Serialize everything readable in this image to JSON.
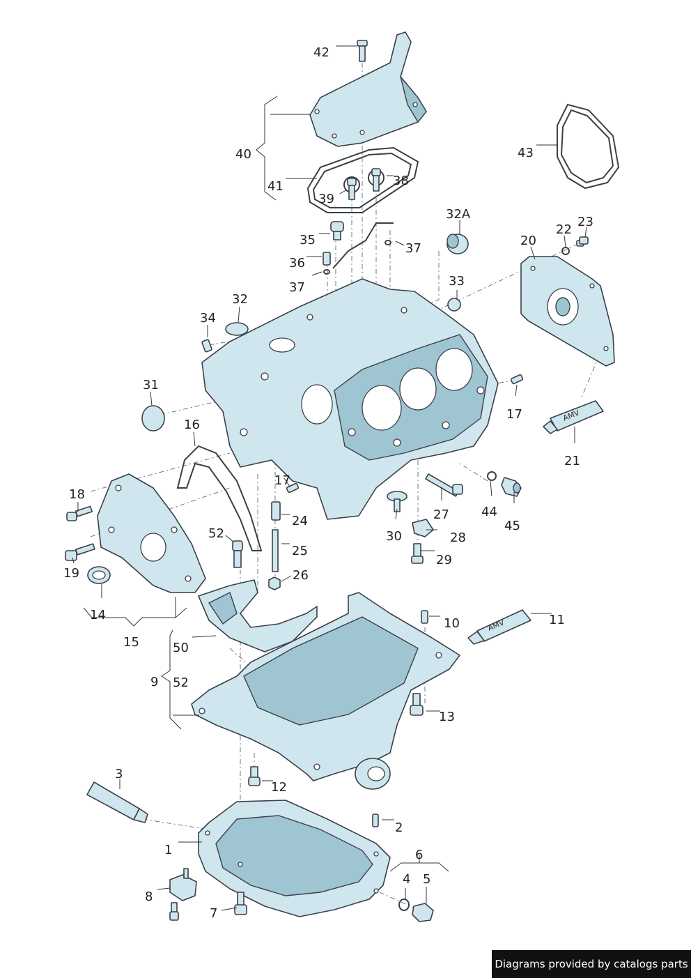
{
  "diagram": {
    "callouts": [
      "42",
      "40",
      "41",
      "38",
      "39",
      "43",
      "32A",
      "22",
      "23",
      "20",
      "35",
      "37",
      "36",
      "37",
      "33",
      "32",
      "34",
      "31",
      "17",
      "21",
      "16",
      "18",
      "19",
      "14",
      "15",
      "17",
      "24",
      "25",
      "26",
      "52",
      "27",
      "44",
      "45",
      "30",
      "28",
      "29",
      "10",
      "11",
      "50",
      "9",
      "52",
      "13",
      "12",
      "3",
      "2",
      "1",
      "6",
      "4",
      "5",
      "8",
      "7"
    ],
    "tube_marking": "AMV"
  },
  "footer": {
    "credit": "Diagrams provided by catalogs parts"
  },
  "colors": {
    "part_fill": "#cfe6ef",
    "outline": "#3a4046",
    "credit_bg": "#111111"
  }
}
